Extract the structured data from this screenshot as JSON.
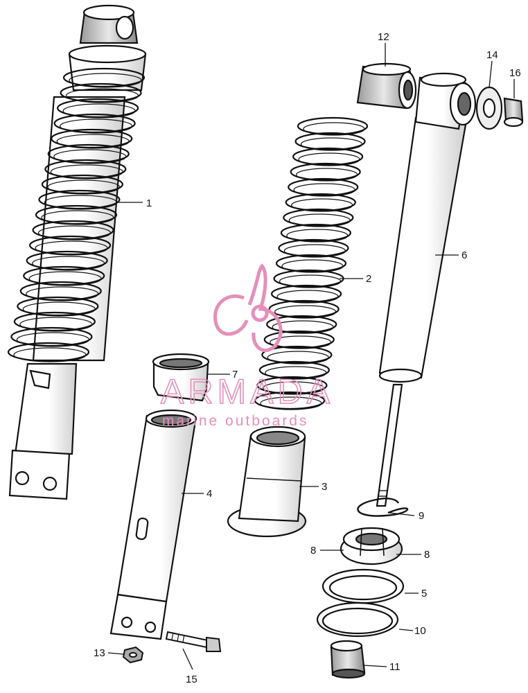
{
  "diagram": {
    "callouts": [
      {
        "id": "c1",
        "label": "1"
      },
      {
        "id": "c2",
        "label": "2"
      },
      {
        "id": "c3",
        "label": "3"
      },
      {
        "id": "c4",
        "label": "4"
      },
      {
        "id": "c5",
        "label": "5"
      },
      {
        "id": "c6",
        "label": "6"
      },
      {
        "id": "c7",
        "label": "7"
      },
      {
        "id": "c8a",
        "label": "8"
      },
      {
        "id": "c8b",
        "label": "8"
      },
      {
        "id": "c9",
        "label": "9"
      },
      {
        "id": "c10",
        "label": "10"
      },
      {
        "id": "c11",
        "label": "11"
      },
      {
        "id": "c12",
        "label": "12"
      },
      {
        "id": "c13",
        "label": "13"
      },
      {
        "id": "c14",
        "label": "14"
      },
      {
        "id": "c15",
        "label": "15"
      },
      {
        "id": "c16",
        "label": "16"
      }
    ]
  },
  "watermark": {
    "brand": "ARMADA",
    "tagline": "marine outboards",
    "color": "#e58fb9"
  },
  "colors": {
    "ink": "#111111",
    "paper": "#ffffff",
    "shade": "#bfbfbf"
  }
}
